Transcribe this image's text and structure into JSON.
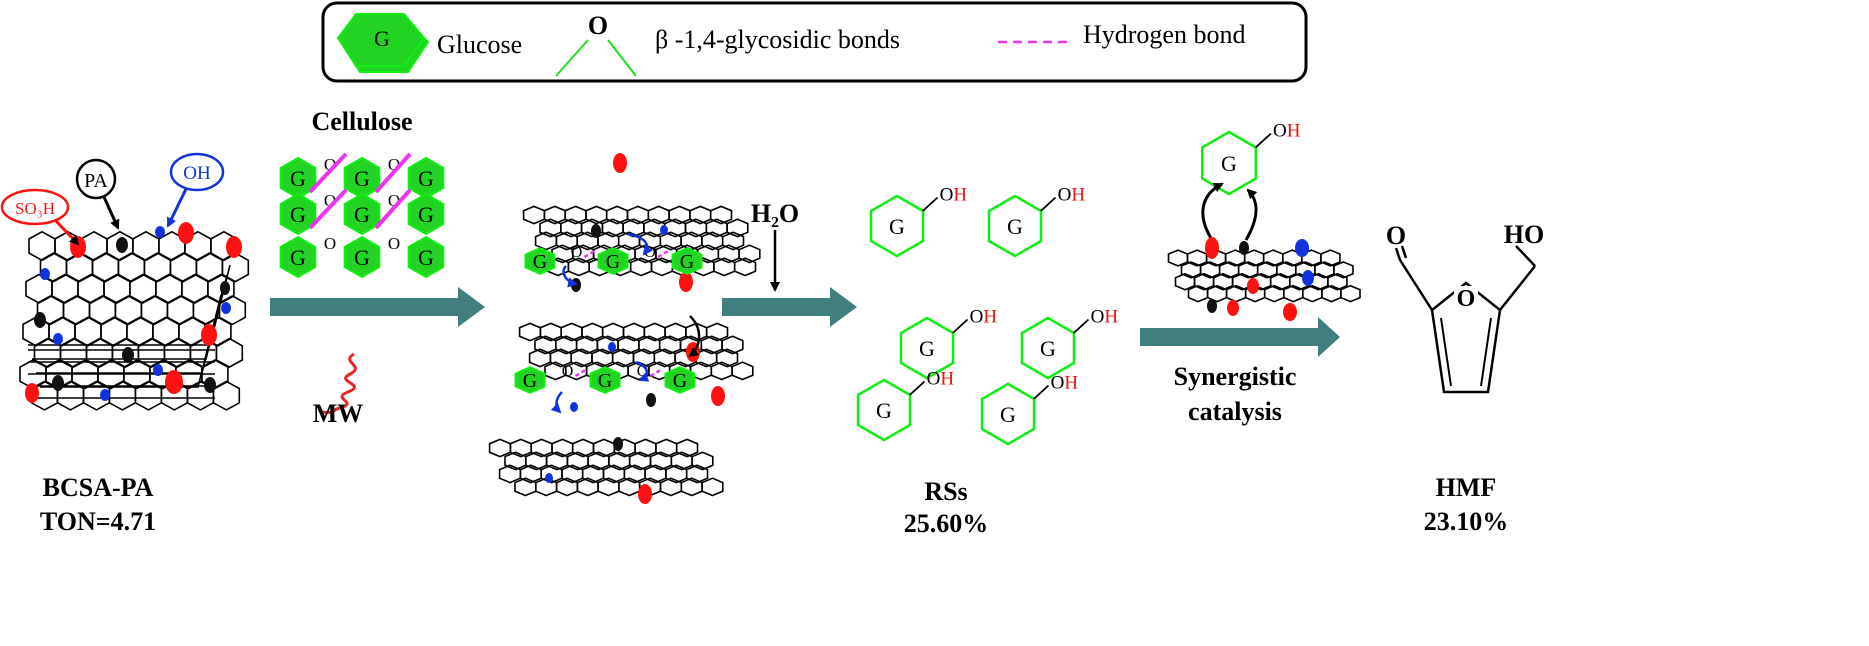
{
  "legend": {
    "glucose_symbol": "G",
    "glucose_label": "Glucose",
    "bond_atom": "O",
    "bond_label": "β -1,4-glycosidic bonds",
    "hbond_label": "Hydrogen bond"
  },
  "catalyst": {
    "name": "BCSA-PA",
    "ton": "TON=4.71",
    "so3h": "SO₃H",
    "pa": "PA",
    "oh": "OH"
  },
  "step1": {
    "substrate": "Cellulose",
    "energy": "MW"
  },
  "step2": {
    "reagent": "H₂O"
  },
  "products": {
    "rss_name": "RSs",
    "rss_yield": "25.60%",
    "hmf_name": "HMF",
    "hmf_yield": "23.10%",
    "hmf_o_label": "O",
    "hmf_ring_o": "O",
    "hmf_ho": "HO"
  },
  "step3": {
    "line1": "Synergistic",
    "line2": "catalysis"
  },
  "glucose_unit": {
    "symbol": "G",
    "oh": "OH",
    "o_link": "O"
  },
  "colors": {
    "glucose_fill": "#22d422",
    "glucose_outline": "#11ee11",
    "hbond": "#ee33ee",
    "arrow": "#3f7f7f",
    "so3h": "#ff1111",
    "oh_site": "#1133dd",
    "pa_site": "#111111",
    "mw": "#ee2222"
  }
}
